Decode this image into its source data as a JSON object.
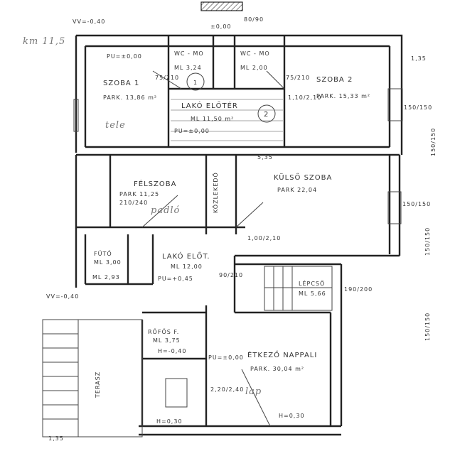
{
  "title": "Floor plan (hand-drafted)",
  "rooms": {
    "room1": {
      "name": "SZOBA 1",
      "floor": "PARK. 13,86 m²",
      "level": "PU=±0,00",
      "door": "75/210"
    },
    "wc1": {
      "name": "WC - MO",
      "area": "ML 3,24",
      "num": "1"
    },
    "wc2": {
      "name": "WC - MO",
      "area": "ML 2,00"
    },
    "hall": {
      "name": "LAKÓ ELŐTÉR",
      "area": "ML 11,50 m²",
      "num": "2",
      "level": "PU=±0,00",
      "door": "75/210"
    },
    "room2": {
      "name": "SZOBA 2",
      "floor": "PARK. 15,33 m²",
      "door": "1,10/2,10",
      "window": "150/150",
      "dim": "1,35"
    },
    "halfroom": {
      "name": "FÉLSZOBA",
      "floor": "PARK 11,25",
      "door": "210/240"
    },
    "corridor": {
      "name": "KÖZLEKEDŐ"
    },
    "outer_room": {
      "name": "KÜLSŐ SZOBA",
      "floor": "PARK 22,04",
      "window": "150/150",
      "door": "1,00/2,10"
    },
    "entry": {
      "name": "LAKÓ ELŐT.",
      "area": "ML 12,00",
      "level": "PU=+0,45",
      "door": "90/210"
    },
    "boiler": {
      "name": "FŰTŐ",
      "area": "ML 3,00",
      "area2": "ML 2,93"
    },
    "stair": {
      "name": "LÉPCSŐ",
      "area": "ML 5,66",
      "door": "190/200"
    },
    "storage": {
      "name": "RŐFŐS F.",
      "area": "ML 3,75",
      "level": "H=-0,40"
    },
    "living": {
      "name": "ÉTKEZŐ NAPPALI",
      "floor": "PARK. 30,04 m²",
      "level": "PU=±0,00",
      "door": "2,20/2,40",
      "h1": "H=0,30",
      "h2": "H=0,30"
    },
    "terrace": {
      "name": "TERASZ",
      "dim": "1,35"
    }
  },
  "annotations": {
    "top_level": "VV=-0,40",
    "top_left": "km 11,5",
    "top_door": "±0,00",
    "top_window": "80/90",
    "left_level": "VV=-0,40",
    "right_win1": "150/150",
    "right_win2": "150/150",
    "right_win3": "150/150",
    "dim_535": "5,35",
    "hand1": "tele",
    "hand2": "padló",
    "hand3": "lap"
  }
}
